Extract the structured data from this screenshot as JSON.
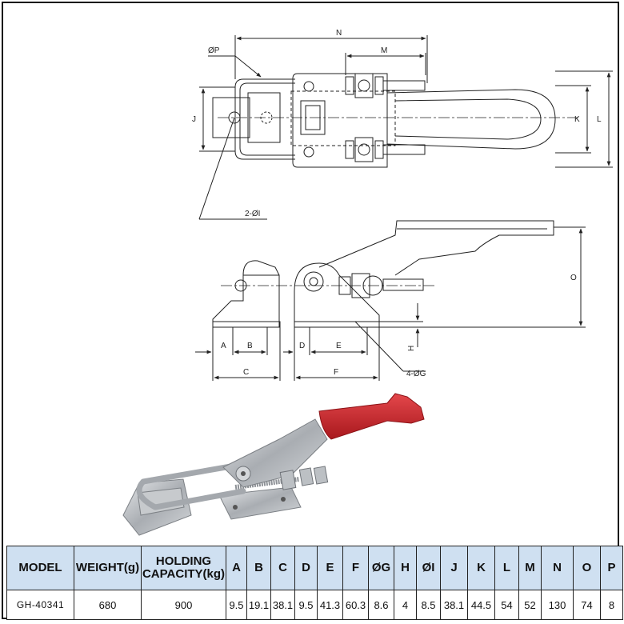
{
  "top_view": {
    "labels": {
      "n": "N",
      "m": "M",
      "p": "ØP",
      "j": "J",
      "k": "K",
      "l": "L",
      "i": "2-ØI"
    }
  },
  "side_view": {
    "labels": {
      "o": "O",
      "a": "A",
      "b": "B",
      "c": "C",
      "d": "D",
      "e": "E",
      "f": "F",
      "h": "H",
      "g": "4-ØG"
    }
  },
  "photo": {
    "alt_name": "latch-clamp-photo"
  },
  "colors": {
    "handle": "#c9252b",
    "header_bg": "#cfe0f1",
    "metal": "#b9bcc0"
  },
  "spec_table": {
    "headers": [
      "MODEL",
      "WEIGHT(g)",
      "HOLDING CAPACITY(kg)",
      "A",
      "B",
      "C",
      "D",
      "E",
      "F",
      "ØG",
      "H",
      "ØI",
      "J",
      "K",
      "L",
      "M",
      "N",
      "O",
      "P"
    ],
    "row": [
      "GH-40341",
      "680",
      "900",
      "9.5",
      "19.1",
      "38.1",
      "9.5",
      "41.3",
      "60.3",
      "8.6",
      "4",
      "8.5",
      "38.1",
      "44.5",
      "54",
      "52",
      "130",
      "74",
      "8"
    ]
  }
}
